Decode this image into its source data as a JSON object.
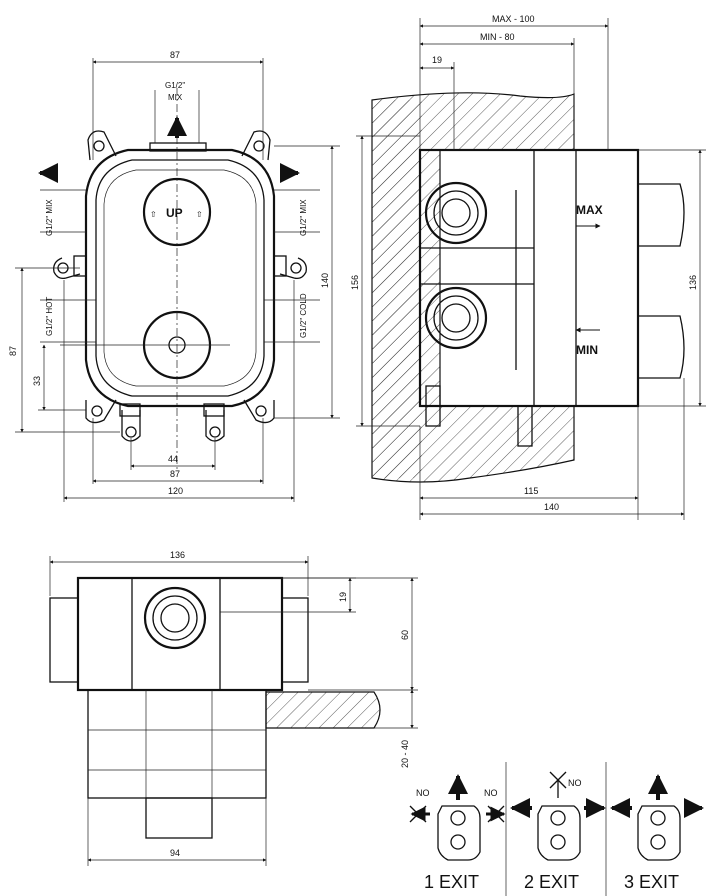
{
  "front_view": {
    "dim_top_87": "87",
    "mix_port_size": "G1/2\"",
    "mix_port_label": "MIX",
    "left_mix_label": "G1/2\" MIX",
    "right_mix_label": "G1/2\" MIX",
    "hot_label": "G1/2\" HOT",
    "cold_label": "G1/2\" COLD",
    "up_label": "UP",
    "dim_left_87": "87",
    "dim_left_33": "33",
    "dim_right_140": "140",
    "dim_bottom_44": "44",
    "dim_bottom_87": "87",
    "dim_bottom_120": "120"
  },
  "side_view": {
    "dim_max": "MAX - 100",
    "dim_min": "MIN - 80",
    "dim_19": "19",
    "dim_156": "156",
    "dim_136": "136",
    "max_label": "MAX",
    "min_label": "MIN",
    "dim_115": "115",
    "dim_140": "140"
  },
  "top_view": {
    "dim_136": "136",
    "dim_19": "19",
    "dim_60": "60",
    "dim_20_40": "20 - 40",
    "dim_94": "94"
  },
  "exit_options": [
    {
      "label": "1 EXIT",
      "no_left": "NO",
      "no_right": "NO"
    },
    {
      "label": "2 EXIT",
      "no_top": "NO"
    },
    {
      "label": "3 EXIT"
    }
  ]
}
